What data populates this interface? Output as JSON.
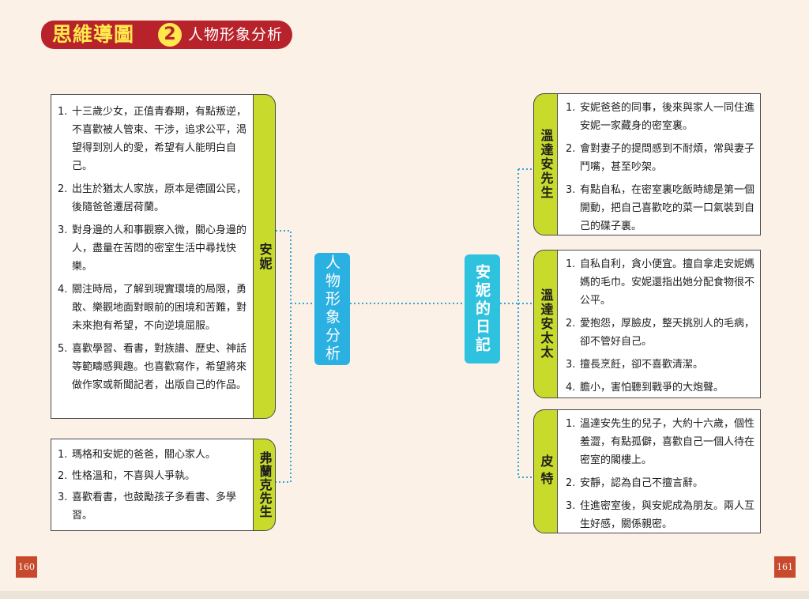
{
  "header": {
    "title": "思維導圖",
    "number": "2",
    "subtitle": "人物形象分析"
  },
  "center": {
    "left_label": "人物形象分析",
    "right_label": "安妮的日記"
  },
  "characters": {
    "anne": {
      "name": "安妮",
      "items": [
        "十三歲少女，正值青春期，有點叛逆，不喜歡被人管束、干涉，追求公平，渴望得到別人的愛，希望有人能明白自己。",
        "出生於猶太人家族，原本是德國公民，後隨爸爸遷居荷蘭。",
        "對身邊的人和事觀察入微，關心身邊的人，盡量在苦悶的密室生活中尋找快樂。",
        "關注時局，了解到現實環境的局限，勇敢、樂觀地面對眼前的困境和苦難，對未來抱有希望，不向逆境屈服。",
        "喜歡學習、看書，對族譜、歷史、神話等範疇感興趣。也喜歡寫作，希望將來做作家或新聞記者，出版自己的作品。"
      ]
    },
    "frank": {
      "name": "弗蘭克先生",
      "items": [
        "瑪格和安妮的爸爸，關心家人。",
        "性格溫和，不喜與人爭執。",
        "喜歡看書，也鼓勵孩子多看書、多學習。"
      ]
    },
    "mr_van_daan": {
      "name": "溫達安先生",
      "items": [
        "安妮爸爸的同事，後來與家人一同住進安妮一家藏身的密室裏。",
        "會對妻子的提問感到不耐煩，常與妻子鬥嘴，甚至吵架。",
        "有點自私，在密室裏吃飯時總是第一個開動，把自己喜歡吃的菜一口氣裝到自己的碟子裏。"
      ]
    },
    "mrs_van_daan": {
      "name": "溫達安太太",
      "items": [
        "自私自利，貪小便宜。擅自拿走安妮媽媽的毛巾。安妮還指出她分配食物很不公平。",
        "愛抱怨，厚臉皮，整天挑別人的毛病，卻不管好自己。",
        "擅長烹飪，卻不喜歡清潔。",
        "膽小，害怕聽到戰爭的大炮聲。"
      ]
    },
    "peter": {
      "name": "皮特",
      "items": [
        "溫達安先生的兒子，大約十六歲，個性羞澀，有點孤僻，喜歡自己一個人待在密室的閣樓上。",
        "安靜，認為自己不擅言辭。",
        "住進密室後，與安妮成為朋友。兩人互生好感，關係親密。"
      ]
    }
  },
  "page_numbers": {
    "left": "160",
    "right": "161"
  },
  "colors": {
    "background": "#fbf1e7",
    "banner": "#b8222b",
    "banner_text": "#ffe94d",
    "tab": "#c8da2b",
    "center_left": "#2bb0e2",
    "center_right": "#2ec2df",
    "connector": "#35a5d6",
    "page_number": "#c84a2d"
  }
}
